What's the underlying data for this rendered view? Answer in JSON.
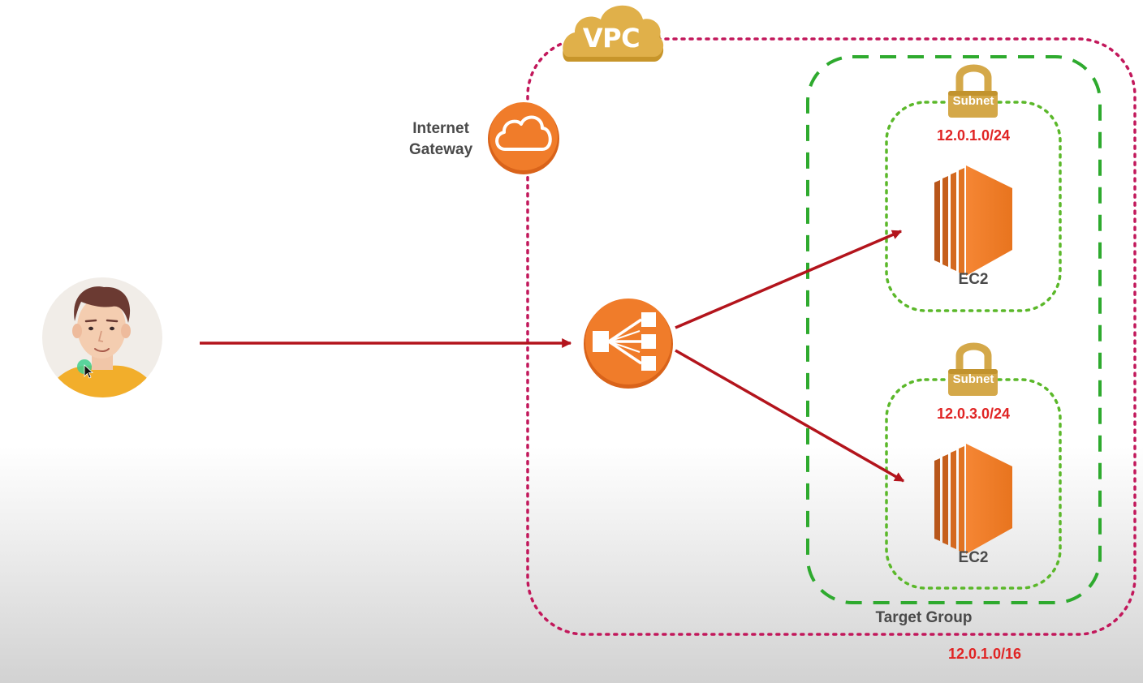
{
  "vpc": {
    "label": "VPC",
    "cidr": "12.0.1.0/16",
    "border_color": "#c2185b"
  },
  "internet_gateway": {
    "label_line1": "Internet",
    "label_line2": "Gateway",
    "icon": "cloud-icon",
    "color": "#f07c2a"
  },
  "user": {
    "icon": "user-avatar"
  },
  "load_balancer": {
    "icon": "load-balancer-icon",
    "color": "#f07c2a"
  },
  "target_group": {
    "label": "Target Group",
    "border_color": "#2eaa2e"
  },
  "subnets": [
    {
      "badge": "Subnet",
      "cidr": "12.0.1.0/24",
      "instance_label": "EC2"
    },
    {
      "badge": "Subnet",
      "cidr": "12.0.3.0/24",
      "instance_label": "EC2"
    }
  ],
  "colors": {
    "arrow": "#b3141c",
    "subnet_border": "#5bb82a",
    "cidr_text": "#e02424",
    "lock": "#d4a849"
  }
}
